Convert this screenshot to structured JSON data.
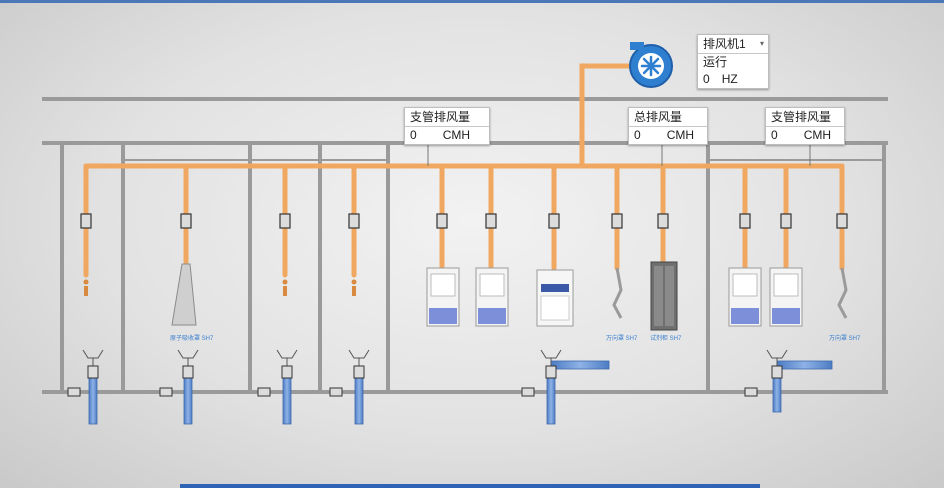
{
  "fan": {
    "name": "排风机1",
    "dropdown_icon": "caret-down-icon",
    "status": "运行",
    "value": "0",
    "unit": "HZ"
  },
  "meters": [
    {
      "title": "支管排风量",
      "value": "0",
      "unit": "CMH"
    },
    {
      "title": "总排风量",
      "value": "0",
      "unit": "CMH"
    },
    {
      "title": "支管排风量",
      "value": "0",
      "unit": "CMH"
    }
  ],
  "device_labels": [
    "原子吸收罩 SH7",
    "万向罩 SH7",
    "试剂柜 SH7",
    "万向罩 SH7"
  ],
  "colors": {
    "duct": "#f0a860",
    "frame": "#9a9a9a",
    "supply": "#6a94d0",
    "fan_blue": "#2f7fd1"
  }
}
